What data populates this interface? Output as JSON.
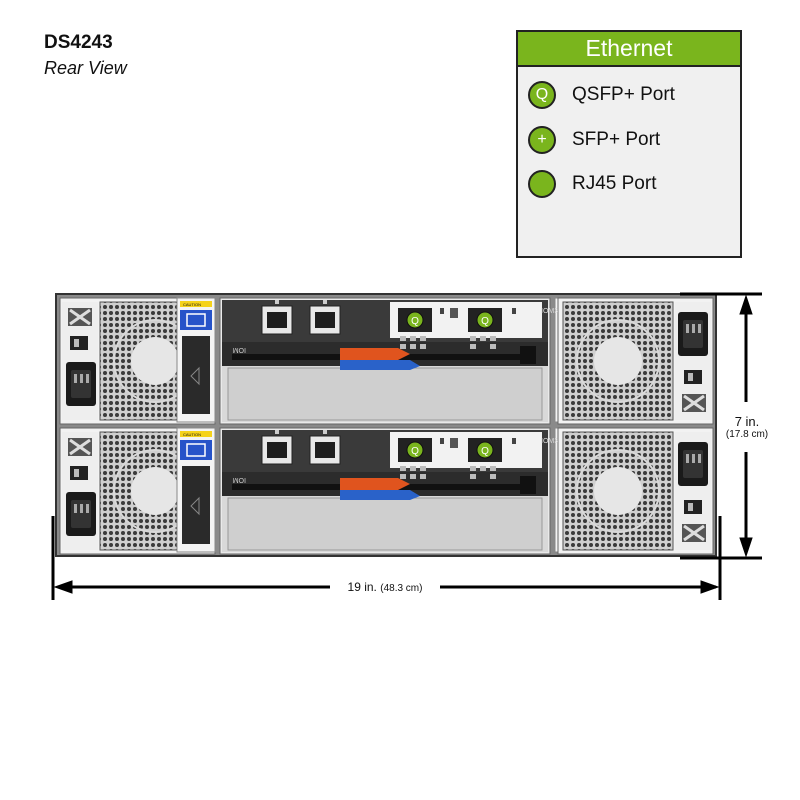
{
  "header": {
    "title": "DS4243",
    "subtitle": "Rear View"
  },
  "legend": {
    "title": "Ethernet",
    "items": [
      {
        "glyph": "Q",
        "label": "QSFP+ Port"
      },
      {
        "glyph": "+",
        "label": "SFP+ Port"
      },
      {
        "glyph": "",
        "label": "RJ45 Port"
      }
    ]
  },
  "module_labels": {
    "iom": "IOM3",
    "caution": "CAUTION"
  },
  "dimensions": {
    "height_main": "7 in.",
    "height_metric": "(17.8 cm)",
    "width_main": "19 in.",
    "width_metric": "(48.3 cm)"
  },
  "colors": {
    "accent": "#7ab51d",
    "latch_orange": "#e0541e",
    "latch_blue": "#2a62c9",
    "chassis": "#4d4d4d"
  }
}
